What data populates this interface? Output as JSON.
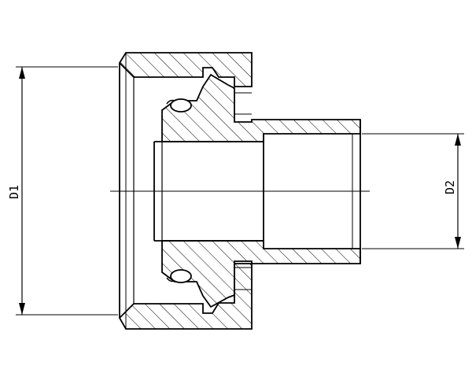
{
  "diagram": {
    "type": "technical-cross-section",
    "dimensions": [
      {
        "id": "d1",
        "label": "D1"
      },
      {
        "id": "d2",
        "label": "D2"
      }
    ],
    "line_color": "#000000",
    "hatch_color": "#000000",
    "background": "#ffffff"
  }
}
